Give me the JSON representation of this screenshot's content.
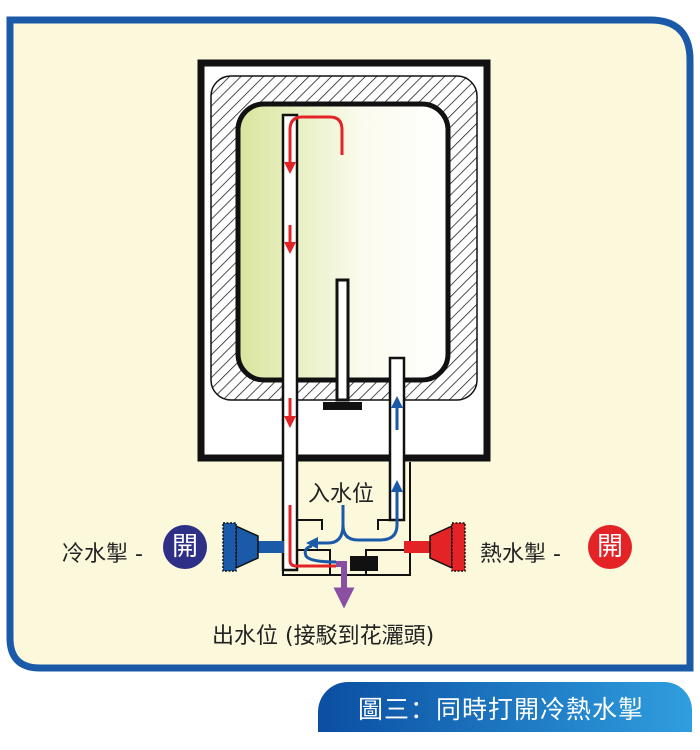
{
  "labels": {
    "inlet": "入水位",
    "outlet": "出水位 (接駁到花灑頭)",
    "cold_tap": "冷水掣 -",
    "hot_tap": "熱水掣 -",
    "cold_state": "開",
    "hot_state": "開"
  },
  "caption": "圖三：同時打開冷熱水掣",
  "colors": {
    "frame": "#1a5aa8",
    "background": "#fbf8dc",
    "hot": "#e42326",
    "cold": "#1a5aa8",
    "mixed": "#8a4fa3",
    "cold_badge": "#2e2f86",
    "hot_badge": "#e42326"
  }
}
